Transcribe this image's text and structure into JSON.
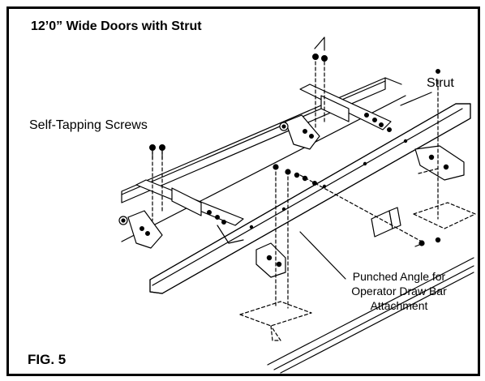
{
  "figure": {
    "title": "12’0” Wide Doors with Strut",
    "fig_label": "FIG. 5"
  },
  "labels": {
    "screws": "Self-Tapping Screws",
    "strut": "Strut",
    "angle_line1": "Punched Angle for",
    "angle_line2": "Operator Draw Bar",
    "angle_line3": "Attachment"
  }
}
